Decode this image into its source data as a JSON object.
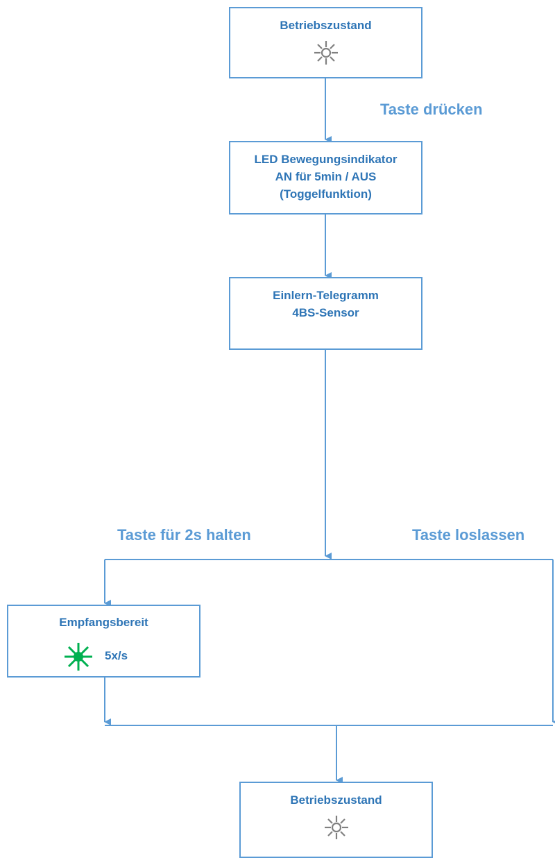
{
  "nodes": {
    "state_top": {
      "title": "Betriebszustand",
      "icon": "led-off-icon"
    },
    "led_indicator": {
      "lines": [
        "LED Bewegungsindikator",
        "AN für 5min / AUS",
        "(Toggelfunktion)"
      ]
    },
    "telegram": {
      "lines": [
        "Einlern-Telegramm",
        "4BS-Sensor"
      ]
    },
    "ready": {
      "title": "Empfangsbereit",
      "icon": "led-green-blinking-icon",
      "blink_rate": "5x/s"
    },
    "state_bottom": {
      "title": "Betriebszustand",
      "icon": "led-off-icon"
    }
  },
  "edges": {
    "press": "Taste drücken",
    "hold": "Taste für 2s halten",
    "release": "Taste loslassen"
  },
  "colors": {
    "connector": "#5b9bd5",
    "box_text": "#2e75b6",
    "led_off": "#808080",
    "led_green": "#00b050"
  }
}
